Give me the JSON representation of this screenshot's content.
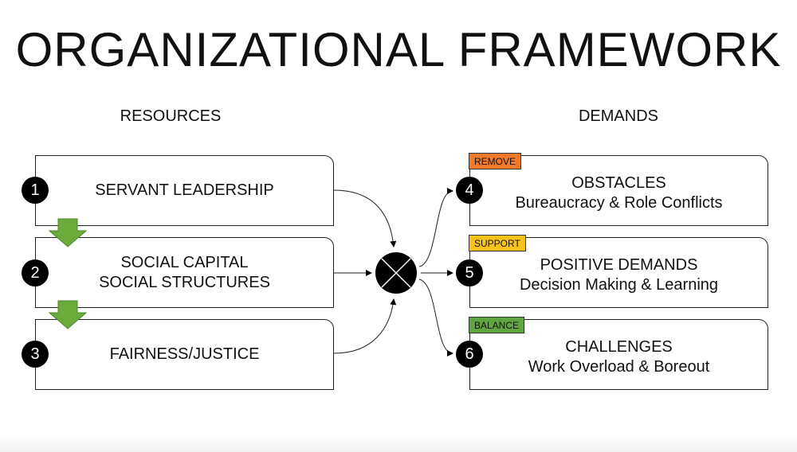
{
  "title": "ORGANIZATIONAL FRAMEWORK",
  "resources_heading": "RESOURCES",
  "demands_heading": "DEMANDS",
  "resources": [
    {
      "number": "1",
      "lines": [
        "SERVANT LEADERSHIP"
      ]
    },
    {
      "number": "2",
      "lines": [
        "SOCIAL CAPITAL",
        "SOCIAL STRUCTURES"
      ]
    },
    {
      "number": "3",
      "lines": [
        "FAIRNESS/JUSTICE"
      ]
    }
  ],
  "demands": [
    {
      "number": "4",
      "tag": "REMOVE",
      "tag_color": "#f07a2a",
      "lines": [
        "OBSTACLES",
        "Bureaucracy & Role Conflicts"
      ]
    },
    {
      "number": "5",
      "tag": "SUPPORT",
      "tag_color": "#f7c31a",
      "lines": [
        "POSITIVE DEMANDS",
        "Decision Making & Learning"
      ]
    },
    {
      "number": "6",
      "tag": "BALANCE",
      "tag_color": "#5fa640",
      "lines": [
        "CHALLENGES",
        "Work Overload & Boreout"
      ]
    }
  ],
  "colors": {
    "arrow_green": "#6aab3c",
    "hub": "#000000"
  }
}
